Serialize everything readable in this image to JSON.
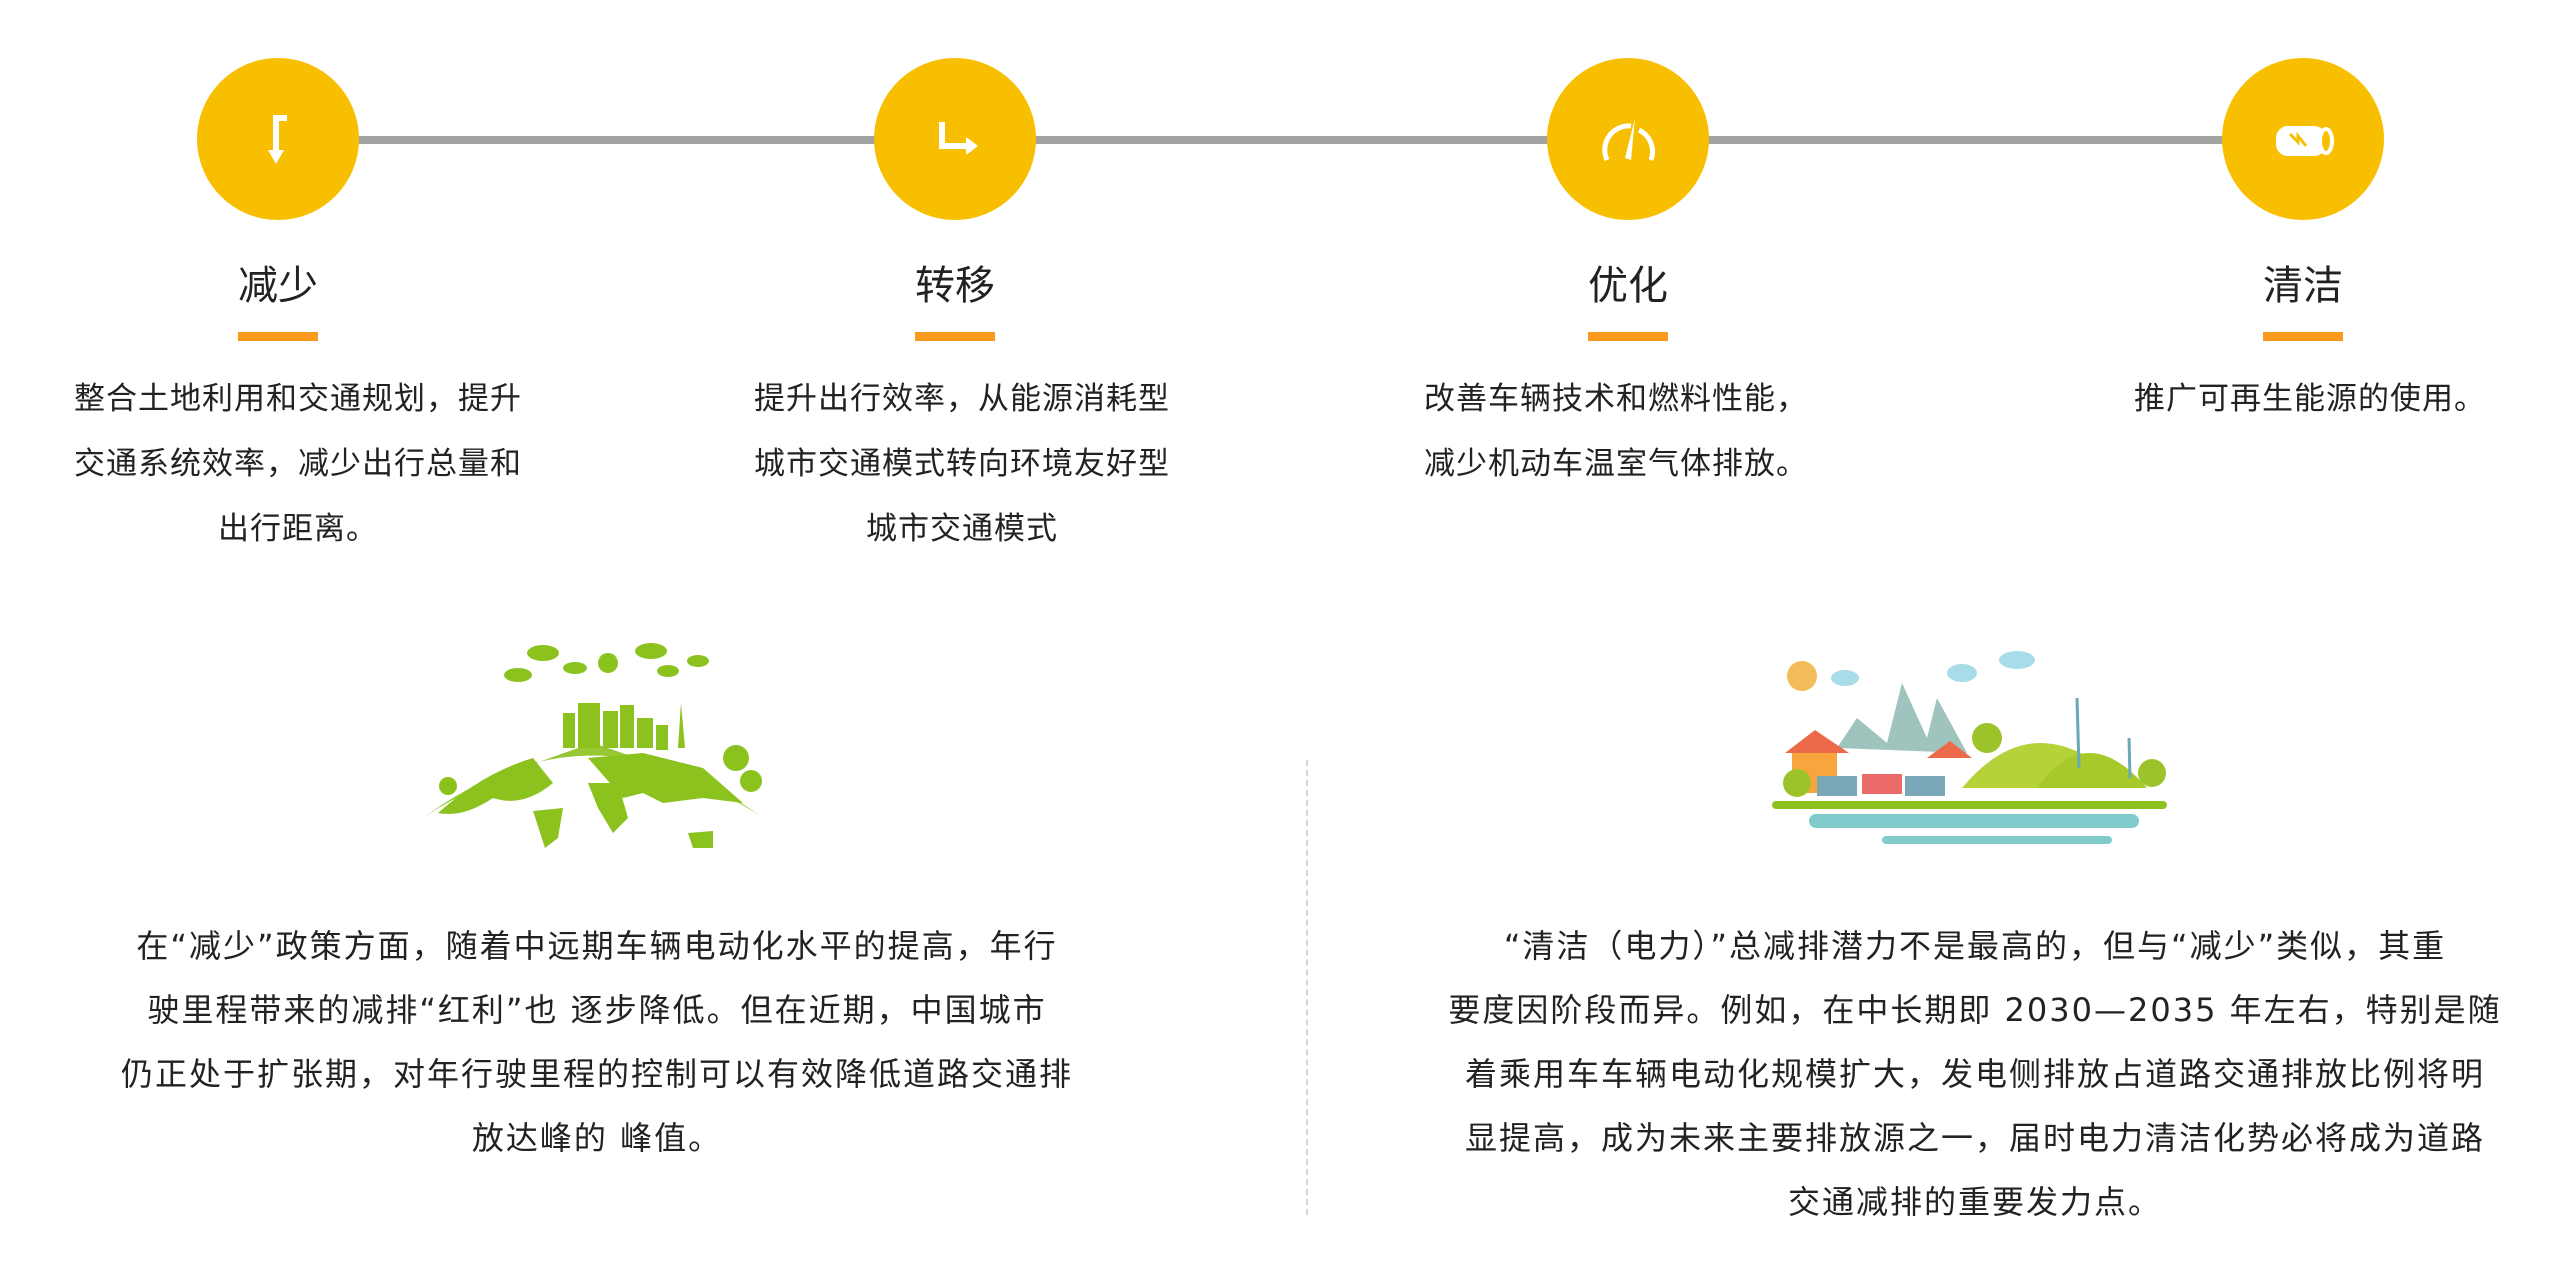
{
  "steps": [
    {
      "title": "减少",
      "icon": "turn-down-arrow-icon",
      "lines": [
        "整合土地利用和交通规划，提升",
        "交通系统效率，减少出行总量和",
        "出行距离。"
      ]
    },
    {
      "title": "转移",
      "icon": "turn-right-arrow-icon",
      "lines": [
        "提升出行效率，从能源消耗型",
        "城市交通模式转向环境友好型",
        "城市交通模式"
      ]
    },
    {
      "title": "优化",
      "icon": "speedometer-icon",
      "lines": [
        "改善车辆技术和燃料性能，",
        "减少机动车温室气体排放。"
      ]
    },
    {
      "title": "清洁",
      "icon": "battery-charge-icon",
      "lines": [
        "推广可再生能源的使用。"
      ]
    }
  ],
  "left_paragraph": [
    "在“减少”政策方面，随着中远期车辆电动化水平的提高，年行",
    "驶里程带来的减排“红利”也 逐步降低。但在近期，中国城市",
    "仍正处于扩张期，对年行驶里程的控制可以有效降低道路交通排",
    "放达峰的 峰值。"
  ],
  "right_paragraph": [
    "“清洁（电力）”总减排潜力不是最高的，但与“减少”类似，其重",
    "要度因阶段而异。例如，在中长期即 2030—2035 年左右，特别是随",
    "着乘用车车辆电动化规模扩大，发电侧排放占道路交通排放比例将明",
    "显提高，成为未来主要排放源之一，届时电力清洁化势必将成为道路",
    "交通减排的重要发力点。"
  ],
  "colors": {
    "accent": "#f8bf00",
    "underline": "#f79a1e",
    "line": "#a3a3a3",
    "green": "#8cc21e",
    "water": "#80cccc"
  }
}
